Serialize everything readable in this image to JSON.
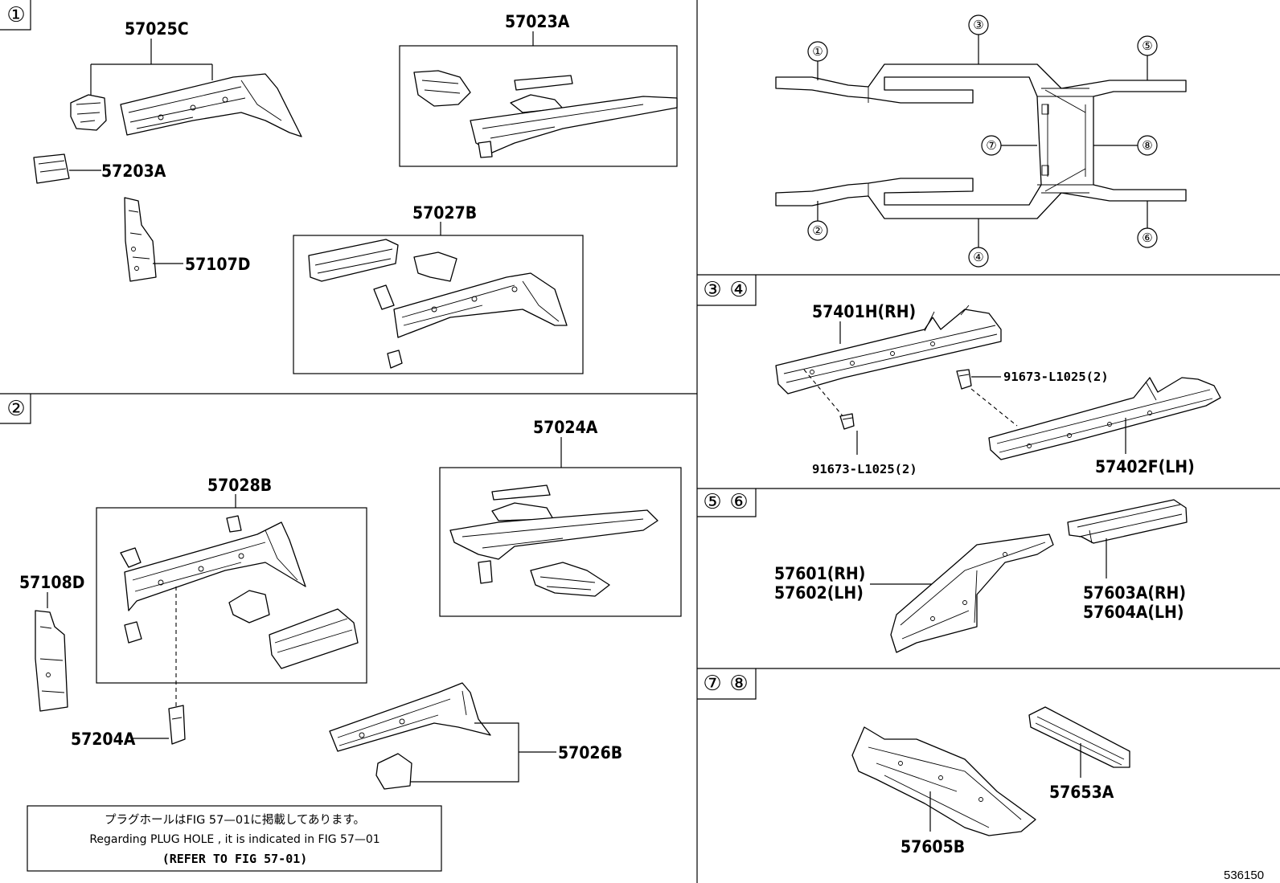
{
  "sections": {
    "s1": {
      "badge": "①"
    },
    "s2": {
      "badge": "②"
    },
    "s34": {
      "badges": [
        "③",
        "④"
      ]
    },
    "s56": {
      "badges": [
        "⑤",
        "⑥"
      ]
    },
    "s78": {
      "badges": [
        "⑦",
        "⑧"
      ]
    }
  },
  "overview": {
    "callouts": [
      "①",
      "②",
      "③",
      "④",
      "⑤",
      "⑥",
      "⑦",
      "⑧"
    ]
  },
  "parts": {
    "p57025C": "57025C",
    "p57203A": "57203A",
    "p57107D": "57107D",
    "p57023A": "57023A",
    "p57027B": "57027B",
    "p57028B": "57028B",
    "p57108D": "57108D",
    "p57204A": "57204A",
    "p57024A": "57024A",
    "p57026B": "57026B",
    "p57401H": "57401H(RH)",
    "p91673a": "91673-L1025(2)",
    "p91673b": "91673-L1025(2)",
    "p57402F": "57402F(LH)",
    "p57601": "57601(RH)",
    "p57602": "57602(LH)",
    "p57603A": "57603A(RH)",
    "p57604A": "57604A(LH)",
    "p57653A": "57653A",
    "p57605B": "57605B"
  },
  "note": {
    "line1": "プラグホールはFIG 57—01に掲載してあります。",
    "line2": "Regarding  PLUG  HOLE , it is indicated in FIG  57—01",
    "line3": "(REFER TO FIG 57-01)"
  },
  "figure_code": "536150"
}
